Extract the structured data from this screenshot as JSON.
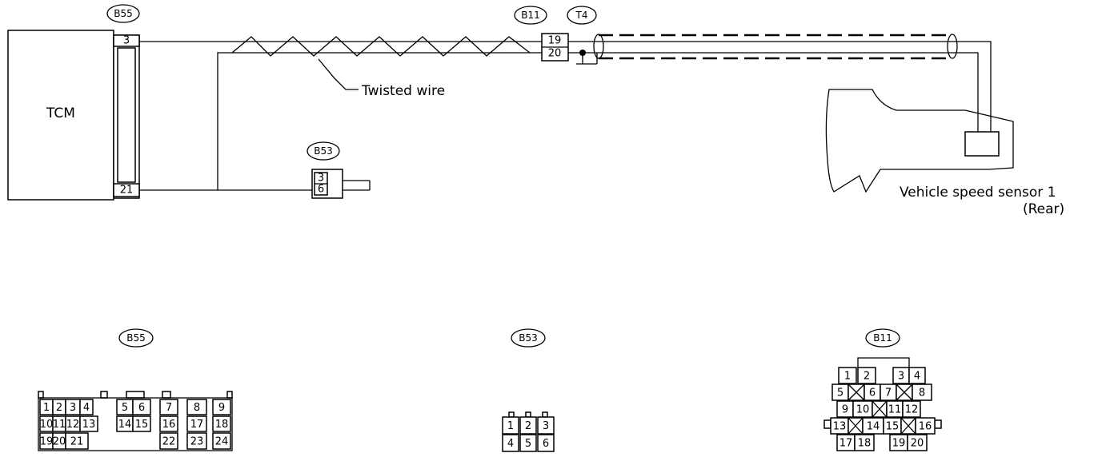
{
  "top": {
    "tcm_label": "TCM",
    "b55_tag": "B55",
    "b55_pin_top": "3",
    "b55_pin_bottom": "21",
    "b11_tag": "B11",
    "b11_pin_top": "19",
    "b11_pin_bottom": "20",
    "t4_tag": "T4",
    "b53_tag": "B53",
    "b53_pin_top": "3",
    "b53_pin_bottom": "6",
    "twisted_wire_label": "Twisted wire",
    "sensor_label_line1": "Vehicle speed sensor 1",
    "sensor_label_line2": "(Rear)"
  },
  "bottom": {
    "b55_title": "B55",
    "b55_row1": [
      "1",
      "2",
      "3",
      "4",
      "5",
      "6",
      "7",
      "8",
      "9"
    ],
    "b55_row2": [
      "10",
      "11",
      "12",
      "13",
      "14",
      "15",
      "16",
      "17",
      "18"
    ],
    "b55_row3": [
      "19",
      "20",
      "21",
      "22",
      "23",
      "24"
    ],
    "b53_title": "B53",
    "b53_row1": [
      "1",
      "2",
      "3"
    ],
    "b53_row2": [
      "4",
      "5",
      "6"
    ],
    "b11_title": "B11",
    "b11_row1": [
      "1",
      "2",
      "3",
      "4"
    ],
    "b11_row2": [
      "5",
      "6",
      "7",
      "8"
    ],
    "b11_row3": [
      "9",
      "10",
      "11",
      "12"
    ],
    "b11_row4": [
      "13",
      "14",
      "15",
      "16"
    ],
    "b11_row5": [
      "17",
      "18",
      "19",
      "20"
    ]
  }
}
